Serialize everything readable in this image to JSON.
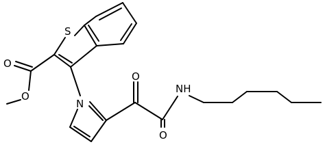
{
  "structure": {
    "atoms": {
      "s1": "S",
      "o_carbonyl_ester": "O",
      "o_ether_ester": "O",
      "n_pyrrole": "N",
      "o_ketone": "O",
      "nh_amide": "NH",
      "o_amide": "O"
    }
  },
  "colors": {
    "ink": "#000000",
    "background": "#ffffff"
  }
}
